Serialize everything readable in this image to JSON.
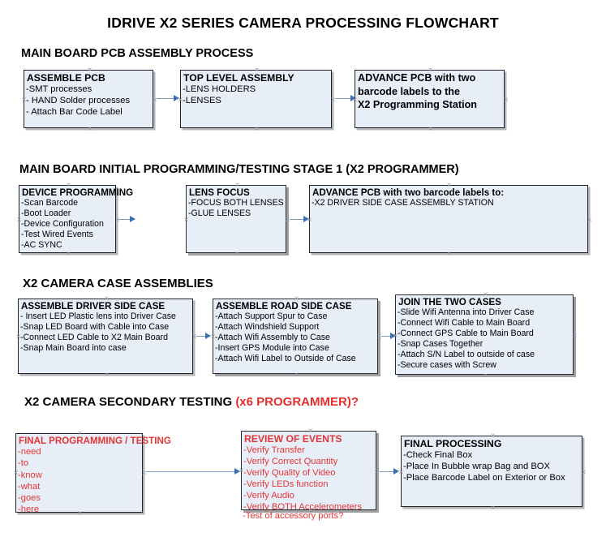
{
  "title": "IDRIVE X2  SERIES CAMERA PROCESSING FLOWCHART",
  "colors": {
    "box_fill": "#e7eef8",
    "box_border": "#20202a",
    "connector": "#7d9cc0",
    "arrow": "#3a6fb5",
    "red_text": "#e23636"
  },
  "sections": [
    {
      "id": "s1",
      "heading": "MAIN BOARD PCB ASSEMBLY PROCESS",
      "heading_red": ""
    },
    {
      "id": "s2",
      "heading": "MAIN BOARD INITIAL PROGRAMMING/TESTING STAGE 1 (X2 PROGRAMMER)",
      "heading_red": ""
    },
    {
      "id": "s3",
      "heading": "X2 CAMERA CASE ASSEMBLIES",
      "heading_red": ""
    },
    {
      "id": "s4",
      "heading": "X2 CAMERA SECONDARY TESTING ",
      "heading_red": "(x6 PROGRAMMER)?"
    }
  ],
  "nodes": {
    "assemble_pcb": {
      "title": "ASSEMBLE PCB",
      "lines": [
        " -SMT processes",
        "- HAND Solder processes",
        "- Attach Bar Code Label"
      ]
    },
    "top_level_assembly": {
      "title": "TOP LEVEL ASSEMBLY",
      "lines": [
        "-LENS HOLDERS",
        "-LENSES"
      ]
    },
    "advance_pcb_station": {
      "title": "ADVANCE PCB with two",
      "lines": [
        "barcode labels to the",
        " X2 Programming Station"
      ]
    },
    "device_programming": {
      "title": "DEVICE PROGRAMMING",
      "lines": [
        "-Scan Barcode",
        "-Boot Loader",
        "-Device Configuration",
        "-Test Wired Events",
        "-AC SYNC"
      ]
    },
    "lens_focus": {
      "title": "LENS FOCUS",
      "lines": [
        "-FOCUS BOTH LENSES",
        "-GLUE LENSES"
      ]
    },
    "advance_pcb_driver": {
      "title": "ADVANCE PCB with two barcode labels to:",
      "lines": [
        "-X2 DRIVER  SIDE  CASE  ASSEMBLY STATION"
      ]
    },
    "driver_side_case": {
      "title": "ASSEMBLE DRIVER SIDE CASE",
      "lines": [
        "- Insert LED Plastic lens into Driver Case",
        "-Snap LED Board with Cable into Case",
        "-Connect LED Cable to X2 Main Board",
        "-Snap Main Board into case"
      ]
    },
    "road_side_case": {
      "title": "ASSEMBLE ROAD SIDE CASE",
      "lines": [
        "-Attach Support Spur to Case",
        "-Attach Windshield Support",
        "-Attach Wifi Assembly to Case",
        "-Insert GPS Module into Case",
        "-Attach Wifi Label to Outside of Case"
      ]
    },
    "join_two_cases": {
      "title": "JOIN THE TWO CASES",
      "lines": [
        "-Slide Wifi Antenna into Driver Case",
        "-Connect Wifi Cable to Main Board",
        "-Connect GPS Cable to Main Board",
        "-Snap Cases Together",
        "-Attach S/N Label to outside of case",
        "-Secure cases with Screw"
      ]
    },
    "final_programming": {
      "title": "FINAL PROGRAMMING / TESTING",
      "lines": [
        "-need",
        "-to",
        "-know",
        "-what",
        "-goes",
        "-here"
      ]
    },
    "review_of_events": {
      "title": "REVIEW OF EVENTS",
      "lines": [
        "-Verify Transfer",
        "-Verify Correct Quantity",
        "-Verify Quality of Video",
        "-Verify LEDs function",
        "-Verify Audio",
        "-Verify BOTH Accelerometers"
      ],
      "overflow_line": "-Test of accessory ports?"
    },
    "final_processing": {
      "title": "FINAL PROCESSING",
      "lines": [
        " -Check Final Box",
        "-Place In Bubble wrap Bag and BOX",
        "-Place Barcode Label on Exterior or Box"
      ]
    }
  }
}
